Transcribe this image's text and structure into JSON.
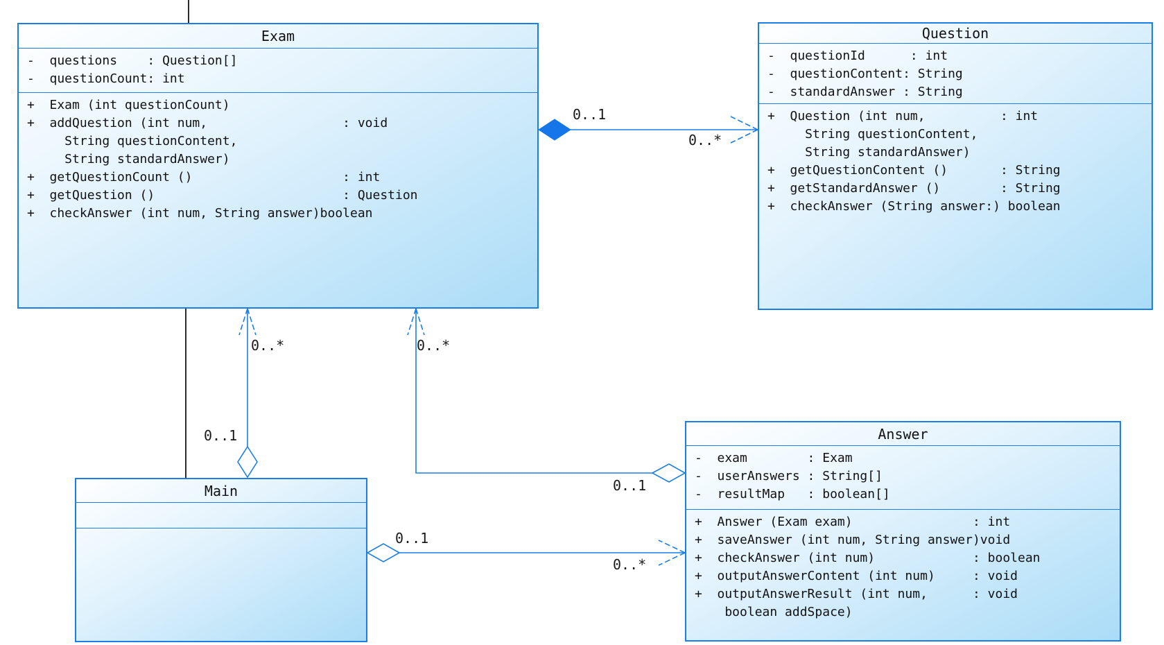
{
  "diagram_type": "uml-class-diagram",
  "colors": {
    "box_border": "#1a7ee6",
    "box_fill_light": "#ffffff",
    "box_fill_dark": "#aadcf7",
    "connector_blue": "#1a7ee6",
    "composition_diamond_fill": "#1576ea",
    "plain_line_black": "#2b2b2b",
    "text": "#111111"
  },
  "classes": {
    "exam": {
      "title": "Exam",
      "attributes_text": "-  questions    : Question[]\n-  questionCount: int",
      "methods_text": "+  Exam (int questionCount)\n+  addQuestion (int num,                  : void\n     String questionContent,\n     String standardAnswer)\n+  getQuestionCount ()                    : int\n+  getQuestion ()                         : Question\n+  checkAnswer (int num, String answer)boolean"
    },
    "question": {
      "title": "Question",
      "attributes_text": "-  questionId      : int\n-  questionContent: String\n-  standardAnswer : String",
      "methods_text": "+  Question (int num,          : int\n     String questionContent,\n     String standardAnswer)\n+  getQuestionContent ()       : String\n+  getStandardAnswer ()        : String\n+  checkAnswer (String answer:) boolean"
    },
    "answer": {
      "title": "Answer",
      "attributes_text": "-  exam        : Exam\n-  userAnswers : String[]\n-  resultMap   : boolean[]",
      "methods_text": "+  Answer (Exam exam)                : int\n+  saveAnswer (int num, String answer)void\n+  checkAnswer (int num)             : boolean\n+  outputAnswerContent (int num)     : void\n+  outputAnswerResult (int num,      : void\n    boolean addSpace)"
    },
    "main": {
      "title": "Main",
      "attributes_text": "",
      "methods_text": ""
    }
  },
  "relationships": {
    "exam_question": {
      "type": "composition",
      "from": "Exam",
      "to": "Question",
      "source_multiplicity": "0..1",
      "target_multiplicity": "0..*"
    },
    "main_exam": {
      "type": "aggregation",
      "from": "Main",
      "to": "Exam",
      "source_multiplicity": "0..1",
      "target_multiplicity": "0..*"
    },
    "answer_exam": {
      "type": "aggregation",
      "from": "Answer",
      "to": "Exam",
      "source_multiplicity": "0..1",
      "target_multiplicity": "0..*"
    },
    "main_answer": {
      "type": "aggregation",
      "from": "Main",
      "to": "Answer",
      "source_multiplicity": "0..1",
      "target_multiplicity": "0..*"
    }
  }
}
